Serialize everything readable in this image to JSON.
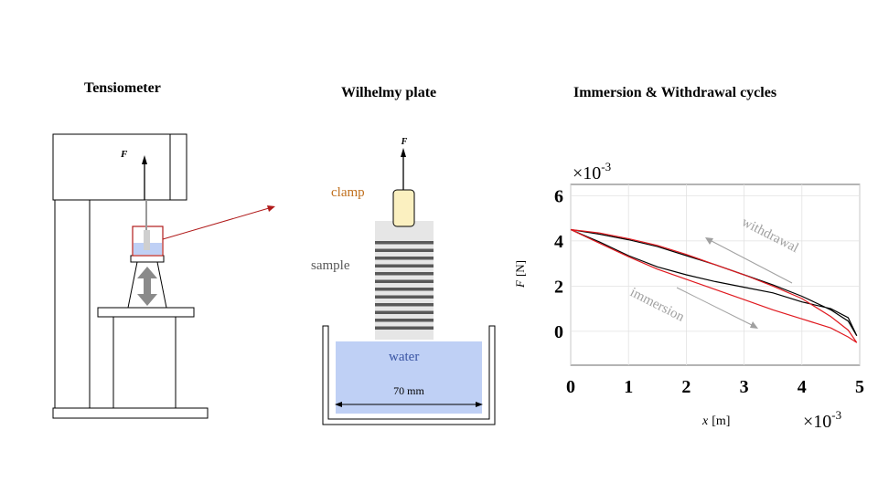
{
  "titles": {
    "tensiometer": "Tensiometer",
    "plate": "Wilhelmy plate",
    "cycles": "Immersion & Withdrawal cycles"
  },
  "tensiometer": {
    "force_label": "F"
  },
  "plate": {
    "force_label": "F",
    "clamp_label": "clamp",
    "sample_label": "sample",
    "water_label": "water",
    "width_label": "70 mm"
  },
  "colors": {
    "water": "#bfd0f5",
    "clamp_fill": "#fbf0c0",
    "clamp_text": "#c0701e",
    "sample_fill": "#e6e6e6",
    "stripe": "#595959",
    "water_text": "#3a55a4",
    "red_curve": "#e0191f",
    "magnifier_box": "#b01a1a",
    "annotation_gray": "#a0a0a0"
  },
  "chart_data": {
    "type": "line",
    "xlabel_var": "x",
    "xlabel_unit": "[m]",
    "ylabel_var": "F",
    "ylabel_unit": "[N]",
    "x_multiplier": "×10",
    "x_exponent": "-3",
    "y_multiplier": "×10",
    "y_exponent": "-3",
    "xlim": [
      0,
      5
    ],
    "ylim": [
      -1.5,
      6.5
    ],
    "xticks": [
      "0",
      "1",
      "2",
      "3",
      "4",
      "5"
    ],
    "yticks": [
      "0",
      "2",
      "4",
      "6"
    ],
    "grid": true,
    "annotations": {
      "withdrawal": "withdrawal",
      "immersion": "immersion"
    },
    "series": [
      {
        "color": "black",
        "x": [
          0,
          0.5,
          1.0,
          1.5,
          2.0,
          2.5,
          3.0,
          3.5,
          4.0,
          4.5,
          4.8,
          4.95,
          4.8,
          4.5,
          4.0,
          3.5,
          3.0,
          2.5,
          2.0,
          1.5,
          1.0,
          0.5,
          0
        ],
        "y": [
          4.5,
          3.95,
          3.35,
          2.85,
          2.5,
          2.2,
          1.95,
          1.7,
          1.3,
          1.0,
          0.6,
          -0.2,
          0.45,
          0.95,
          1.55,
          2.05,
          2.5,
          2.95,
          3.35,
          3.75,
          4.05,
          4.3,
          4.5
        ]
      },
      {
        "color": "red",
        "x": [
          0,
          0.5,
          1.0,
          1.5,
          2.0,
          2.5,
          3.0,
          3.5,
          4.0,
          4.5,
          4.8,
          4.95,
          4.8,
          4.5,
          4.0,
          3.5,
          3.0,
          2.5,
          2.0,
          1.5,
          1.0,
          0.5,
          0
        ],
        "y": [
          4.5,
          3.9,
          3.3,
          2.75,
          2.3,
          1.85,
          1.4,
          0.95,
          0.55,
          0.15,
          -0.25,
          -0.5,
          0.05,
          0.65,
          1.45,
          2.0,
          2.5,
          2.95,
          3.4,
          3.8,
          4.1,
          4.35,
          4.5
        ]
      }
    ]
  }
}
